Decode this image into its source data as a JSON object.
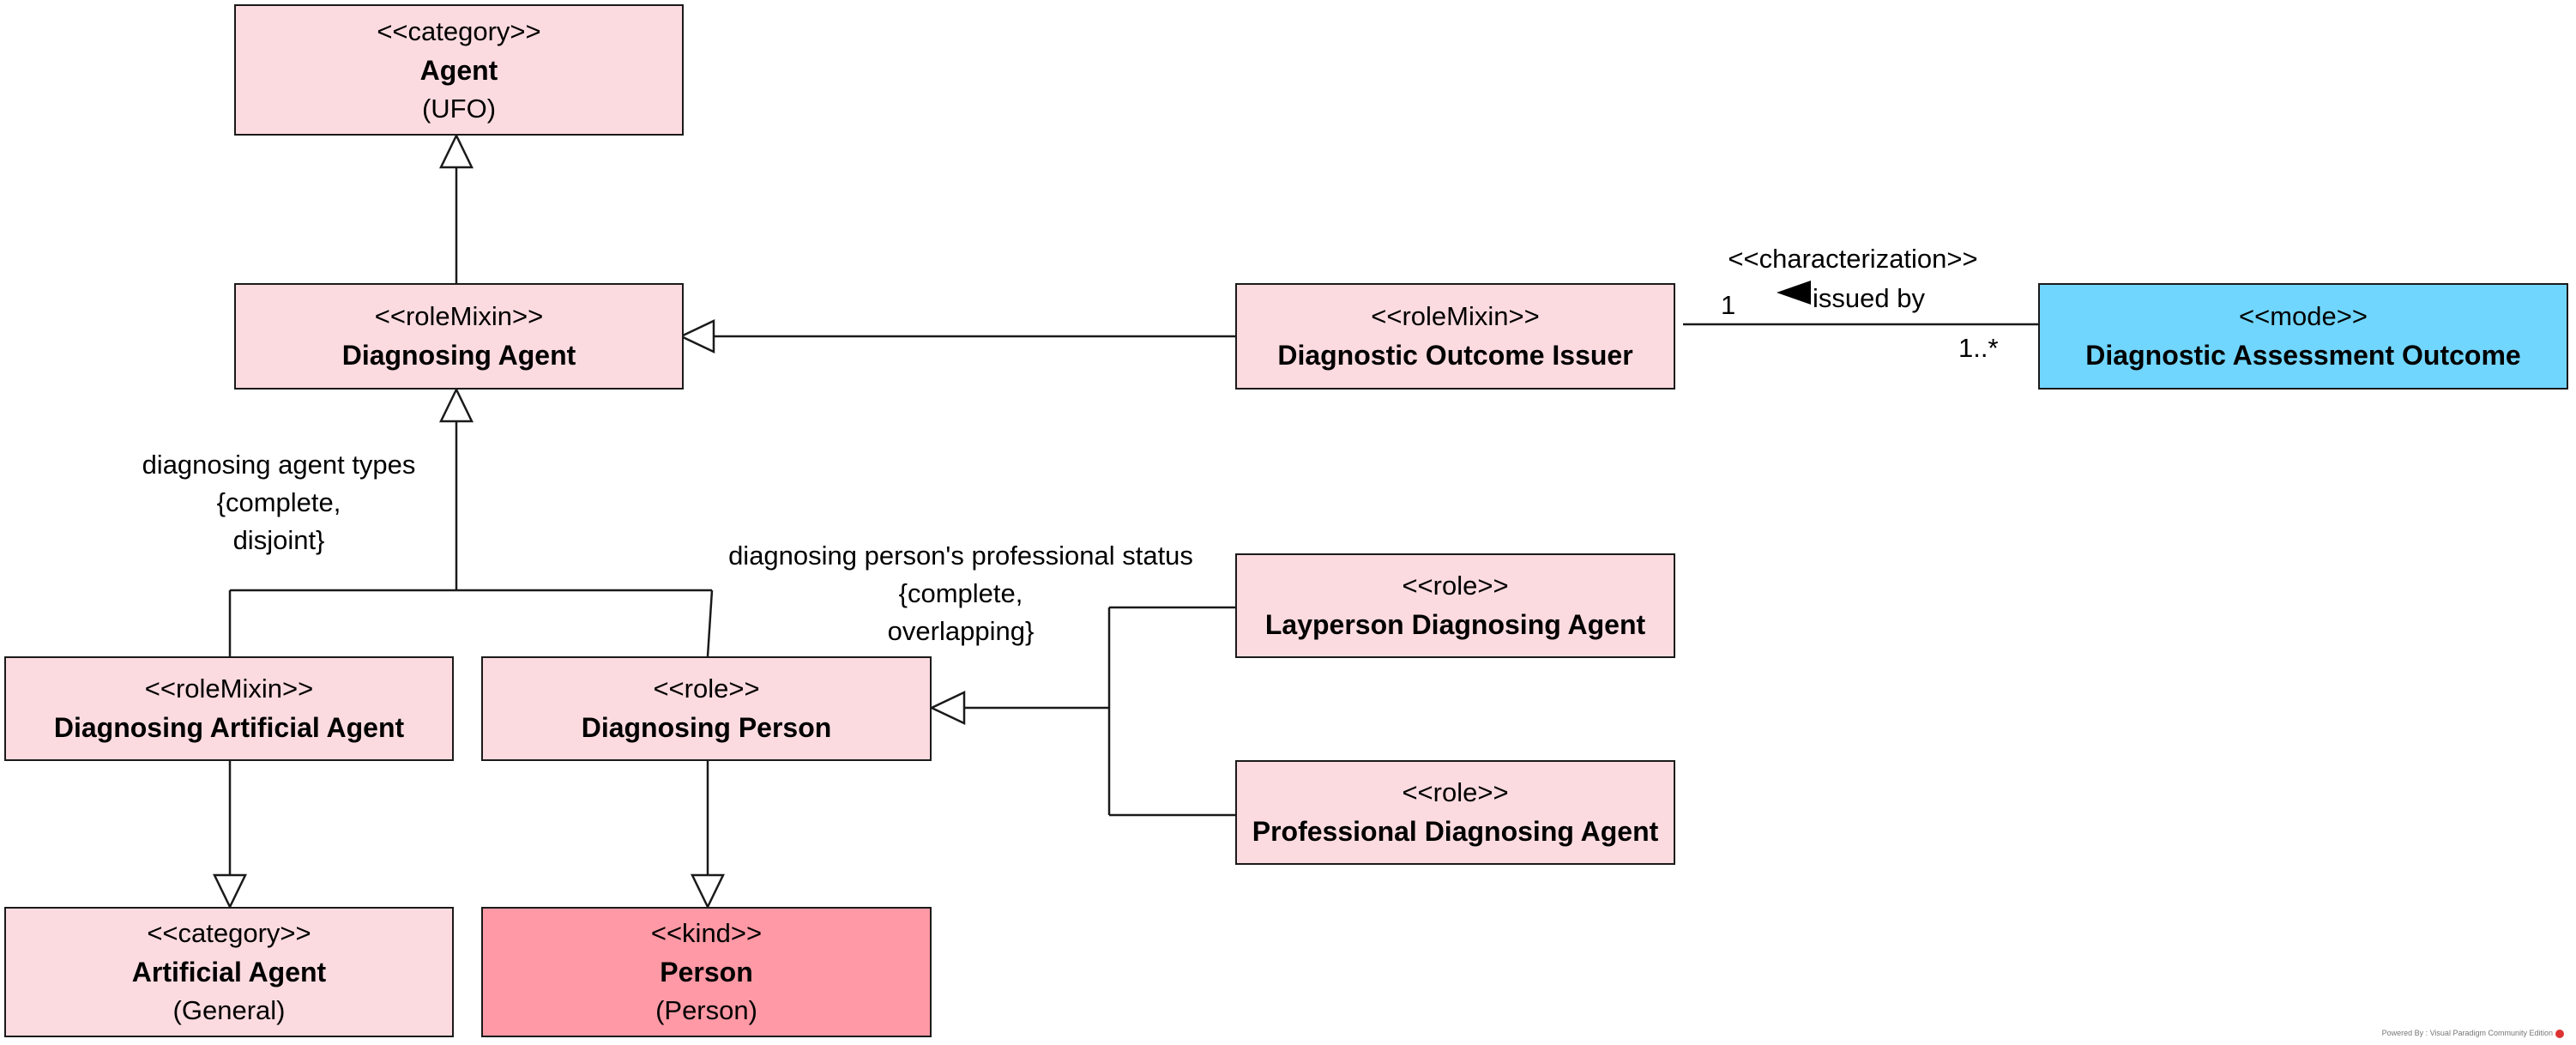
{
  "classes": {
    "agent": {
      "stereotype": "<<category>>",
      "name": "Agent",
      "sub": "(UFO)"
    },
    "diagnosing_agent": {
      "stereotype": "<<roleMixin>>",
      "name": "Diagnosing Agent"
    },
    "outcome_issuer": {
      "stereotype": "<<roleMixin>>",
      "name": "Diagnostic Outcome Issuer"
    },
    "assessment_outcome": {
      "stereotype": "<<mode>>",
      "name": "Diagnostic Assessment Outcome"
    },
    "artificial_diag": {
      "stereotype": "<<roleMixin>>",
      "name": "Diagnosing Artificial Agent"
    },
    "diag_person": {
      "stereotype": "<<role>>",
      "name": "Diagnosing Person"
    },
    "layperson": {
      "stereotype": "<<role>>",
      "name": "Layperson Diagnosing Agent"
    },
    "professional": {
      "stereotype": "<<role>>",
      "name": "Professional Diagnosing Agent"
    },
    "artificial_agent": {
      "stereotype": "<<category>>",
      "name": "Artificial Agent",
      "sub": "(General)"
    },
    "person": {
      "stereotype": "<<kind>>",
      "name": "Person",
      "sub": "(Person)"
    }
  },
  "labels": {
    "gs1": [
      "diagnosing agent types",
      "{complete,",
      "disjoint}"
    ],
    "gs2": [
      "diagnosing person's professional status",
      "{complete,",
      "overlapping}"
    ],
    "assoc_stereotype": "<<characterization>>",
    "assoc_name": "issued by",
    "mult_issuer": "1",
    "mult_outcome": "1..*"
  },
  "footer": "Powered By : Visual Paradigm Community Edition",
  "colors": {
    "class_fill": "#fcdbe0",
    "kind_fill": "#fe99a5",
    "mode_fill": "#71d6fe"
  }
}
